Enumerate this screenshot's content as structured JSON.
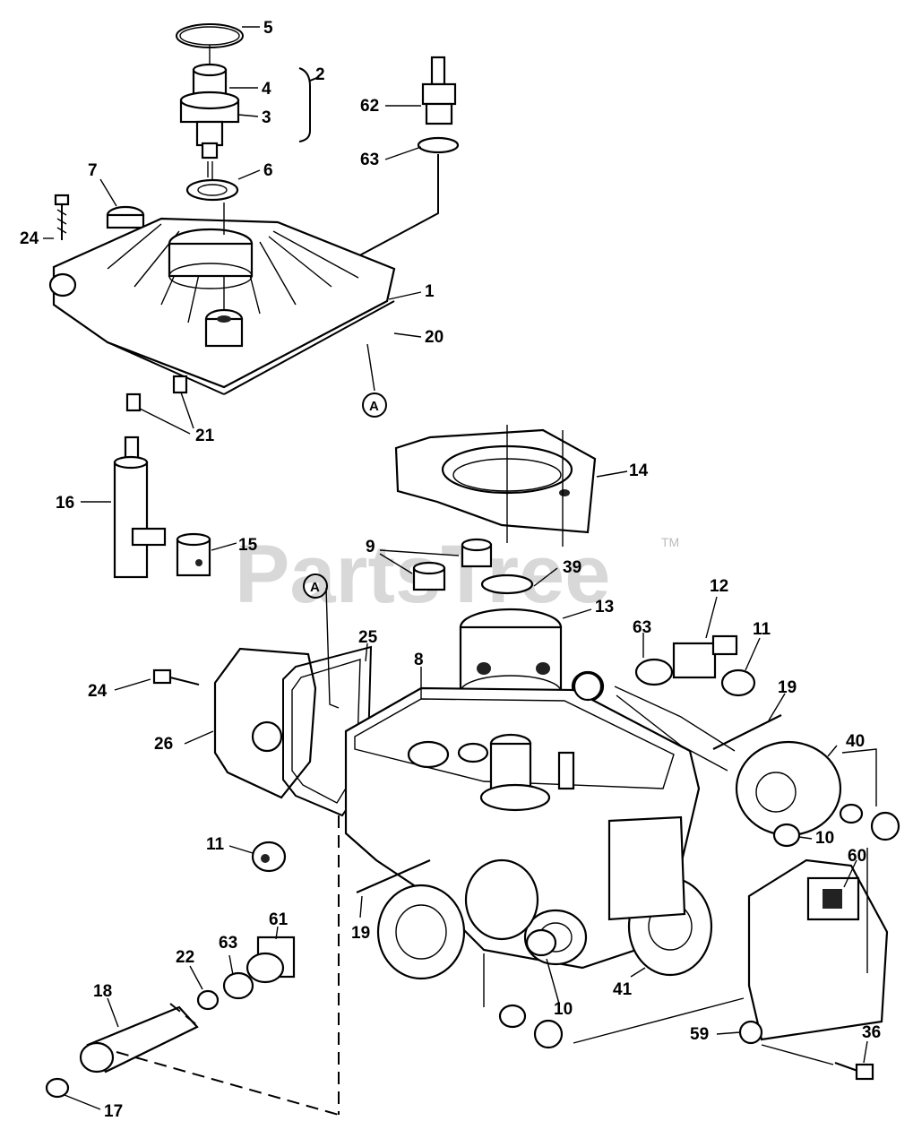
{
  "watermark": {
    "text": "PartsTree",
    "trademark": "TM"
  },
  "callouts": [
    {
      "id": "c5",
      "text": "5"
    },
    {
      "id": "c2",
      "text": "2"
    },
    {
      "id": "c4",
      "text": "4"
    },
    {
      "id": "c3",
      "text": "3"
    },
    {
      "id": "c62",
      "text": "62"
    },
    {
      "id": "c63a",
      "text": "63"
    },
    {
      "id": "c6",
      "text": "6"
    },
    {
      "id": "c7",
      "text": "7"
    },
    {
      "id": "c24a",
      "text": "24"
    },
    {
      "id": "c1",
      "text": "1"
    },
    {
      "id": "c20",
      "text": "20"
    },
    {
      "id": "c21",
      "text": "21"
    },
    {
      "id": "c14",
      "text": "14"
    },
    {
      "id": "c16",
      "text": "16"
    },
    {
      "id": "c15",
      "text": "15"
    },
    {
      "id": "c9",
      "text": "9"
    },
    {
      "id": "c39",
      "text": "39"
    },
    {
      "id": "c12",
      "text": "12"
    },
    {
      "id": "c13",
      "text": "13"
    },
    {
      "id": "c63b",
      "text": "63"
    },
    {
      "id": "c11a",
      "text": "11"
    },
    {
      "id": "c25",
      "text": "25"
    },
    {
      "id": "c8",
      "text": "8"
    },
    {
      "id": "c24b",
      "text": "24"
    },
    {
      "id": "c19a",
      "text": "19"
    },
    {
      "id": "c40",
      "text": "40"
    },
    {
      "id": "c26",
      "text": "26"
    },
    {
      "id": "c10a",
      "text": "10"
    },
    {
      "id": "c60",
      "text": "60"
    },
    {
      "id": "c11b",
      "text": "11"
    },
    {
      "id": "c19b",
      "text": "19"
    },
    {
      "id": "c61",
      "text": "61"
    },
    {
      "id": "c22",
      "text": "22"
    },
    {
      "id": "c63c",
      "text": "63"
    },
    {
      "id": "c18",
      "text": "18"
    },
    {
      "id": "c10b",
      "text": "10"
    },
    {
      "id": "c41",
      "text": "41"
    },
    {
      "id": "c59",
      "text": "59"
    },
    {
      "id": "c36",
      "text": "36"
    },
    {
      "id": "c17",
      "text": "17"
    }
  ],
  "ref_markers": [
    {
      "id": "refA1",
      "text": "A"
    },
    {
      "id": "refA2",
      "text": "A"
    }
  ]
}
